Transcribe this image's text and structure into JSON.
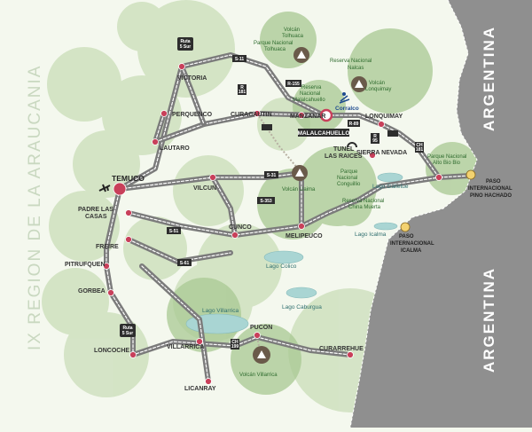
{
  "region_label": "IX REGION DE LA ARAUCANIA",
  "countries": {
    "north": "ARGENTINA",
    "south": "ARGENTINA"
  },
  "colors": {
    "road": "#7b7b7b",
    "town_dot": "#c8405a",
    "park_fill": "#9fc48a",
    "lake": "#a9d5d3",
    "argentina": "#8f8f8f"
  },
  "towns": {
    "temuco": "TEMUCO",
    "padre_las_casas": "PADRE LAS\nCASAS",
    "freire": "FREIRE",
    "pitrufquen": "PITRUFQUEN",
    "gorbea": "GORBEA",
    "loncoche": "LONCOCHE",
    "villarrica": "VILLARRICA",
    "licanray": "LICANRAY",
    "pucon": "PUCON",
    "curarrehue": "CURARREHUE",
    "cunco": "CUNCO",
    "melipeuco": "MELIPEUCO",
    "vilcun": "VILCUN",
    "lautaro": "LAUTARO",
    "perquenco": "PERQUENCO",
    "victoria": "VICTORIA",
    "curacautin": "CURACAUTIN",
    "manzanar": "MANZANAR",
    "malalcahuello": "MALALCAHUELLO",
    "lonquimay": "LONQUIMAY",
    "sierra_nevada": "SIERRA NEVADA",
    "tunel_las_raices": "TUNEL\nLAS RAICES"
  },
  "parks": {
    "tolhuaca": "Parque Nacional\nTolhuaca",
    "nalcas": "Reserva Nacional\nNalcas",
    "malalcahuello": "Reserva\nNacional\nMalalcahuello",
    "conguillio": "Parque\nNacional\nConguillio",
    "china_muerta": "Reserva Nacional\nChina Muerta",
    "alto_bio_bio": "Parque Nacional\nAlto Bio Bio"
  },
  "volcanoes": {
    "tolhuaca": "Volcán\nTolhuaca",
    "lonquimay": "Volcán\nLonquimay",
    "llaima": "Volcán Llaima",
    "villarrica": "Volcán Villarrica"
  },
  "lakes": {
    "colico": "Lago Colico",
    "caburgua": "Lago Caburgua",
    "villarrica": "Lago Villarrica",
    "galletue": "Lago Galletue",
    "icalma": "Lago Icalma"
  },
  "ski": {
    "corralco": "Corralco"
  },
  "passes": {
    "pino_hachado": "PASO\nINTERNACIONAL\nPINO HACHADO",
    "icalma": "PASO\nINTERNACIONAL\nICALMA"
  },
  "routes": {
    "r5_north": "Ruta\n5 Sur",
    "r5_south": "Ruta\n5 Sur",
    "r181": "R\n181",
    "r199": "CH\n199",
    "s11": "S-11",
    "s31": "S-31",
    "s51": "S-51",
    "s61": "S-61",
    "s353": "S-353",
    "r89": "R-89",
    "r155": "R-155",
    "ch181": "CH\n181",
    "r95": "R\n95"
  }
}
